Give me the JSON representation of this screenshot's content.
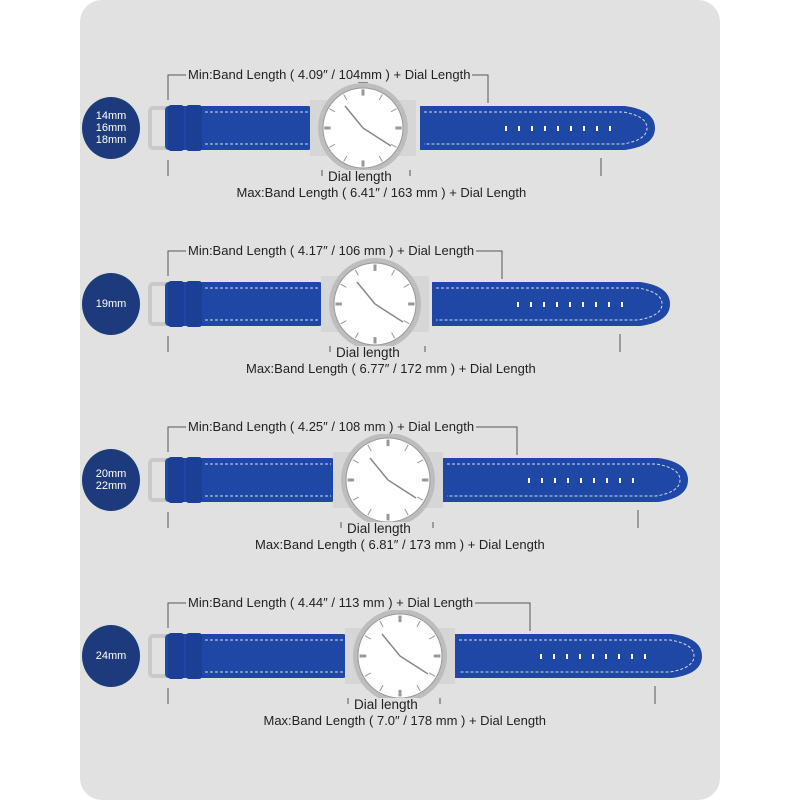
{
  "colors": {
    "panel": "#e1e1e1",
    "badge": "#1c3a7c",
    "band": "#1f48a6",
    "line": "#555555"
  },
  "rows": [
    {
      "sizes": [
        "14mm",
        "16mm",
        "18mm"
      ],
      "min_label": "Min:Band Length ( 4.09″ / 104mm ) + Dial Length",
      "dial_label": "Dial length",
      "max_label": "Max:Band Length ( 6.41″ / 163 mm ) + Dial Length"
    },
    {
      "sizes": [
        "19mm"
      ],
      "min_label": "Min:Band Length ( 4.17″ / 106 mm ) + Dial Length",
      "dial_label": "Dial length",
      "max_label": "Max:Band Length ( 6.77″ / 172 mm ) + Dial Length"
    },
    {
      "sizes": [
        "20mm",
        "22mm"
      ],
      "min_label": "Min:Band Length ( 4.25″ / 108 mm ) + Dial Length",
      "dial_label": "Dial length",
      "max_label": "Max:Band Length ( 6.81″ / 173 mm  ) + Dial Length"
    },
    {
      "sizes": [
        "24mm"
      ],
      "min_label": "Min:Band Length ( 4.44″ / 113 mm ) + Dial Length",
      "dial_label": "Dial length",
      "max_label": "Max:Band Length ( 7.0″ / 178 mm  ) + Dial Length"
    }
  ]
}
